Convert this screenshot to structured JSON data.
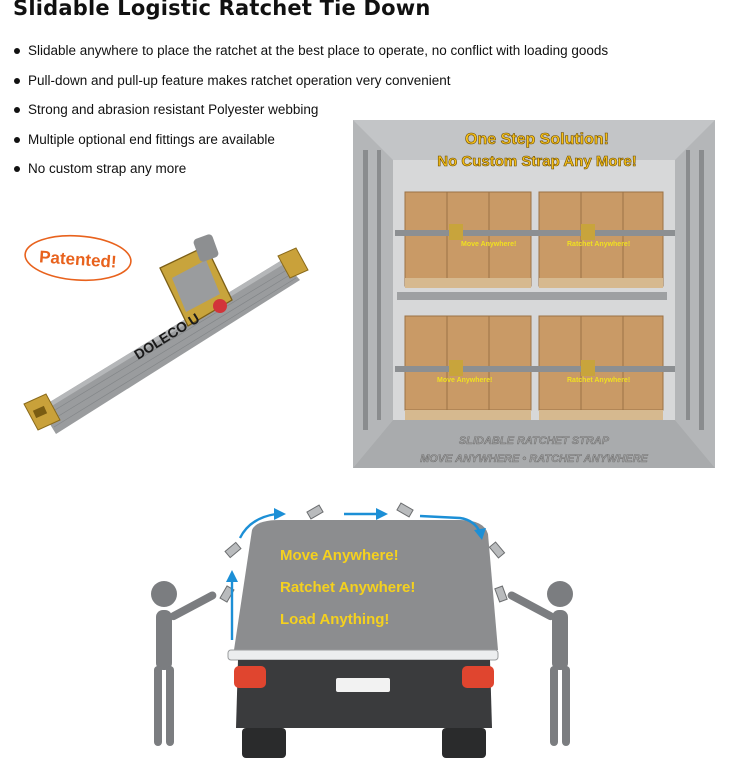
{
  "title": "Slidable Logistic Ratchet Tie Down",
  "features": [
    "Slidable anywhere to place the ratchet at the best place to operate, no conflict with loading goods",
    "Pull-down and pull-up feature makes ratchet operation very convenient",
    "Strong and abrasion resistant Polyester webbing",
    "Multiple optional end fittings are available",
    "No custom strap any more"
  ],
  "product_image": {
    "badge": "Patented!",
    "strap_brand": "DOLECO U"
  },
  "trailer_image": {
    "headline_1": "One Step Solution!",
    "headline_2": "No Custom Strap Any More!",
    "strap_label_move": "Move Anywhere!",
    "strap_label_ratchet": "Ratchet Anywhere!",
    "footer_1": "SLIDABLE RATCHET STRAP",
    "footer_2": "MOVE ANYWHERE • RATCHET ANYWHERE"
  },
  "truck_image": {
    "line_1": "Move Anywhere!",
    "line_2": "Ratchet Anywhere!",
    "line_3": "Load Anything!"
  },
  "colors": {
    "badge_orange": "#e8621d",
    "headline_yellow": "#f7c21a",
    "truck_text_yellow": "#f5d11e",
    "arrow_blue": "#1c8fd6",
    "strap_gray": "#8c8f92",
    "cardboard": "#c99a66"
  }
}
